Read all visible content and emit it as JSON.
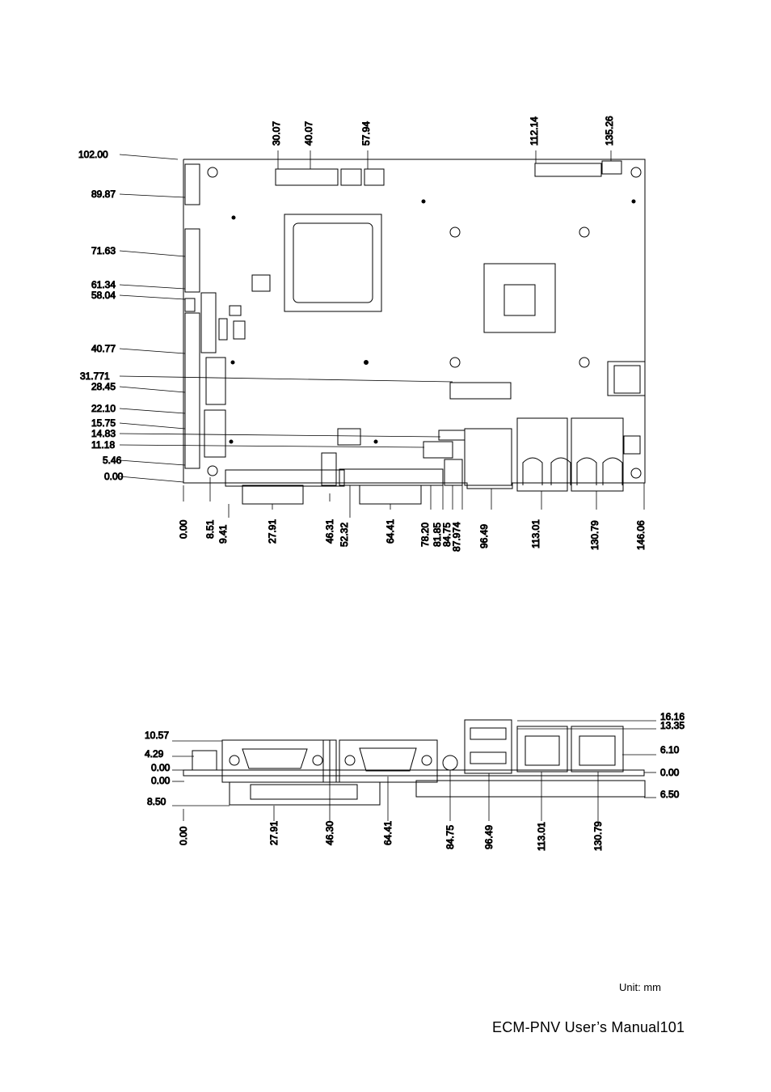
{
  "top_view": {
    "left_labels": [
      "102.00",
      "89.87",
      "71.63",
      "61.34",
      "58.04",
      "40.77",
      "31.771",
      "28.45",
      "22.10",
      "15.75",
      "14.83",
      "11.18",
      "5.46",
      "0.00"
    ],
    "top_labels": [
      "30.07",
      "40.07",
      "57.94",
      "112.14",
      "135.26"
    ],
    "bottom_labels": [
      "0.00",
      "8.51",
      "9.41",
      "27.91",
      "46.31",
      "52.32",
      "64.41",
      "78.20",
      "81.85",
      "84.75",
      "87.974",
      "96.49",
      "113.01",
      "130.79",
      "146.06"
    ]
  },
  "side_view": {
    "left_labels": [
      "10.57",
      "4.29",
      "0.00",
      "0.00",
      "8.50"
    ],
    "right_labels": [
      "16.16",
      "13.35",
      "6.10",
      "0.00",
      "6.50"
    ],
    "bottom_labels": [
      "0.00",
      "27.91",
      "46.30",
      "64.41",
      "84.75",
      "96.49",
      "113.01",
      "130.79"
    ]
  },
  "unit_label": "Unit: mm",
  "footer": {
    "title": "ECM-PNV  User’s  Manual",
    "page": "101"
  }
}
